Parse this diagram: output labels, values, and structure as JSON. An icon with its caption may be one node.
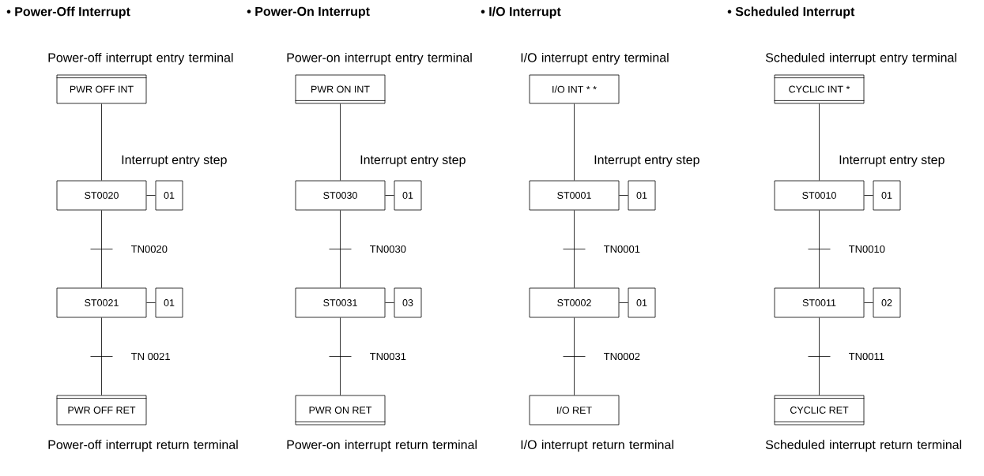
{
  "diagram": {
    "nodes": [
      {
        "text": [
          "PWR OFF INT"
        ],
        "beside": [
          "Power-off interrupt entry terminal"
        ]
      },
      {
        "text": [
          "ST0020"
        ],
        "beside": [
          "Interrupt entry step"
        ]
      },
      {
        "text": [
          "01"
        ]
      },
      {
        "text": [
          "ST0021"
        ]
      },
      {
        "text": [
          "01"
        ]
      },
      {
        "text": [
          "PWR OFF RET"
        ],
        "beside": [
          "Power-off interrupt return terminal"
        ]
      },
      {
        "text": [
          "PWR ON INT"
        ],
        "beside": [
          "Power-on interrupt entry terminal"
        ]
      },
      {
        "text": [
          "ST0030"
        ],
        "beside": [
          "Interrupt entry step"
        ]
      },
      {
        "text": [
          "01"
        ]
      },
      {
        "text": [
          "ST0031"
        ]
      },
      {
        "text": [
          "03"
        ]
      },
      {
        "text": [
          "PWR ON RET"
        ],
        "beside": [
          "Power-on interrupt return terminal"
        ]
      },
      {
        "text": [
          "I/O INT * *"
        ],
        "beside": [
          "I/O interrupt entry terminal"
        ]
      },
      {
        "text": [
          "ST0001"
        ],
        "beside": [
          "Interrupt entry step"
        ]
      },
      {
        "text": [
          "01"
        ]
      },
      {
        "text": [
          "ST0002"
        ]
      },
      {
        "text": [
          "01"
        ]
      },
      {
        "text": [
          "I/O RET"
        ],
        "beside": [
          "I/O interrupt return terminal"
        ]
      },
      {
        "text": [
          "CYCLIC INT *"
        ],
        "beside": [
          "Scheduled interrupt entry terminal"
        ]
      },
      {
        "text": [
          "ST0010"
        ],
        "beside": [
          "Interrupt entry step"
        ]
      },
      {
        "text": [
          "01"
        ]
      },
      {
        "text": [
          "ST0011"
        ]
      },
      {
        "text": [
          "02"
        ]
      },
      {
        "text": [
          "CYCLIC RET"
        ],
        "beside": [
          "Scheduled interrupt return terminal"
        ]
      }
    ],
    "edges": [
      {
        "from": 0,
        "to": 1,
        "arrow": "none"
      },
      {
        "from": 1,
        "to": 2,
        "arrow": "none"
      },
      {
        "from": 1,
        "to": 3,
        "arrow": "none",
        "label": "TN0020"
      },
      {
        "from": 3,
        "to": 4,
        "arrow": "none"
      },
      {
        "from": 3,
        "to": 5,
        "arrow": "none",
        "label": "TN 0021"
      },
      {
        "from": 6,
        "to": 7,
        "arrow": "none"
      },
      {
        "from": 7,
        "to": 8,
        "arrow": "none"
      },
      {
        "from": 7,
        "to": 9,
        "arrow": "none",
        "label": "TN0030"
      },
      {
        "from": 9,
        "to": 10,
        "arrow": "none"
      },
      {
        "from": 9,
        "to": 11,
        "arrow": "none",
        "label": "TN0031"
      },
      {
        "from": 12,
        "to": 13,
        "arrow": "none"
      },
      {
        "from": 13,
        "to": 14,
        "arrow": "none"
      },
      {
        "from": 13,
        "to": 15,
        "arrow": "none",
        "label": "TN0001"
      },
      {
        "from": 15,
        "to": 16,
        "arrow": "none"
      },
      {
        "from": 15,
        "to": 17,
        "arrow": "none",
        "label": "TN0002"
      },
      {
        "from": 18,
        "to": 19,
        "arrow": "none"
      },
      {
        "from": 19,
        "to": 20,
        "arrow": "none"
      },
      {
        "from": 19,
        "to": 21,
        "arrow": "none",
        "label": "TN0010"
      },
      {
        "from": 21,
        "to": 22,
        "arrow": "none"
      },
      {
        "from": 21,
        "to": 23,
        "arrow": "none",
        "label": "TN0011"
      }
    ],
    "labels": [
      "• Power-Off Interrupt",
      "• Power-On Interrupt",
      "• I/O Interrupt",
      "• Scheduled Interrupt"
    ]
  }
}
